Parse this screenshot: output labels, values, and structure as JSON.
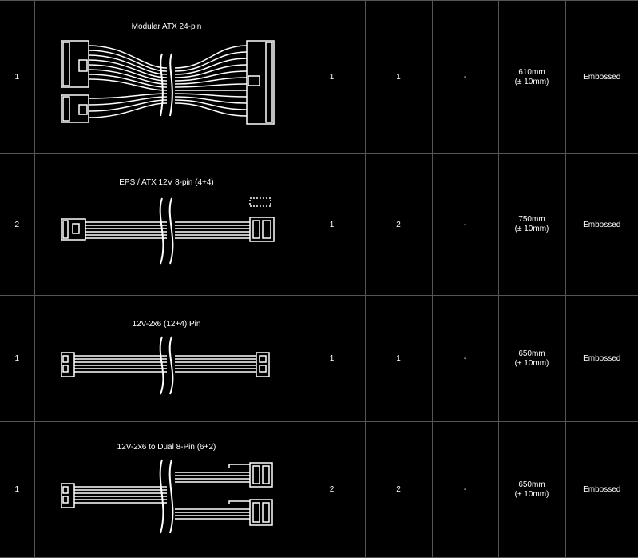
{
  "rows": [
    {
      "qty": "1",
      "name": "Modular ATX 24-pin",
      "col3": "1",
      "col4": "1",
      "col5": "-",
      "length": "610mm",
      "tolerance": "(± 10mm)",
      "finish": "Embossed"
    },
    {
      "qty": "2",
      "name": "EPS / ATX 12V 8-pin (4+4)",
      "col3": "1",
      "col4": "2",
      "col5": "-",
      "length": "750mm",
      "tolerance": "(± 10mm)",
      "finish": "Embossed"
    },
    {
      "qty": "1",
      "name": "12V-2x6 (12+4) Pin",
      "col3": "1",
      "col4": "1",
      "col5": "-",
      "length": "650mm",
      "tolerance": "(± 10mm)",
      "finish": "Embossed"
    },
    {
      "qty": "1",
      "name": "12V-2x6 to Dual 8-Pin (6+2)",
      "col3": "2",
      "col4": "2",
      "col5": "-",
      "length": "650mm",
      "tolerance": "(± 10mm)",
      "finish": "Embossed"
    }
  ]
}
